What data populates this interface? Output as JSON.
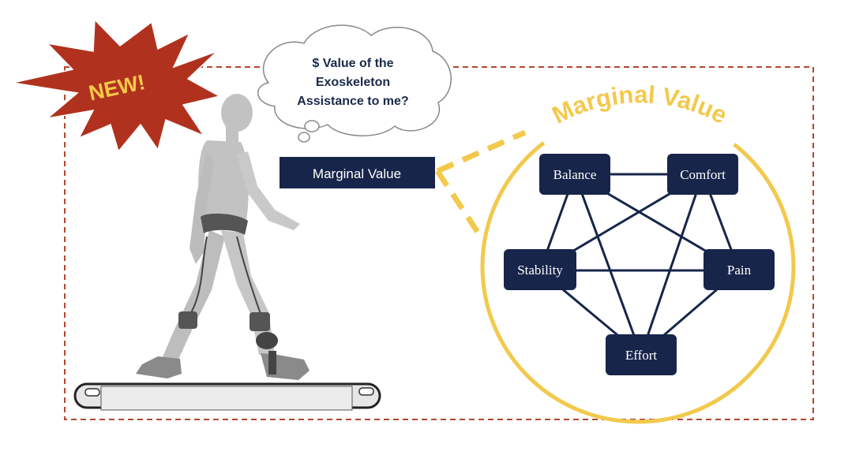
{
  "badge": {
    "label": "NEW!"
  },
  "thought_bubble": {
    "lines": [
      "$ Value of the",
      "Exoskeleton",
      "Assistance to me?"
    ]
  },
  "marginal_value_box": {
    "label": "Marginal Value"
  },
  "circle": {
    "title": "Marginal Value"
  },
  "network": {
    "nodes": [
      {
        "id": "balance",
        "label": "Balance"
      },
      {
        "id": "comfort",
        "label": "Comfort"
      },
      {
        "id": "stability",
        "label": "Stability"
      },
      {
        "id": "pain",
        "label": "Pain"
      },
      {
        "id": "effort",
        "label": "Effort"
      }
    ]
  },
  "colors": {
    "navy": "#17254a",
    "gold": "#f2c94c",
    "badge_red": "#b0321e",
    "dash_border": "#b5452e",
    "figure_gray": "#b9b9b9"
  }
}
